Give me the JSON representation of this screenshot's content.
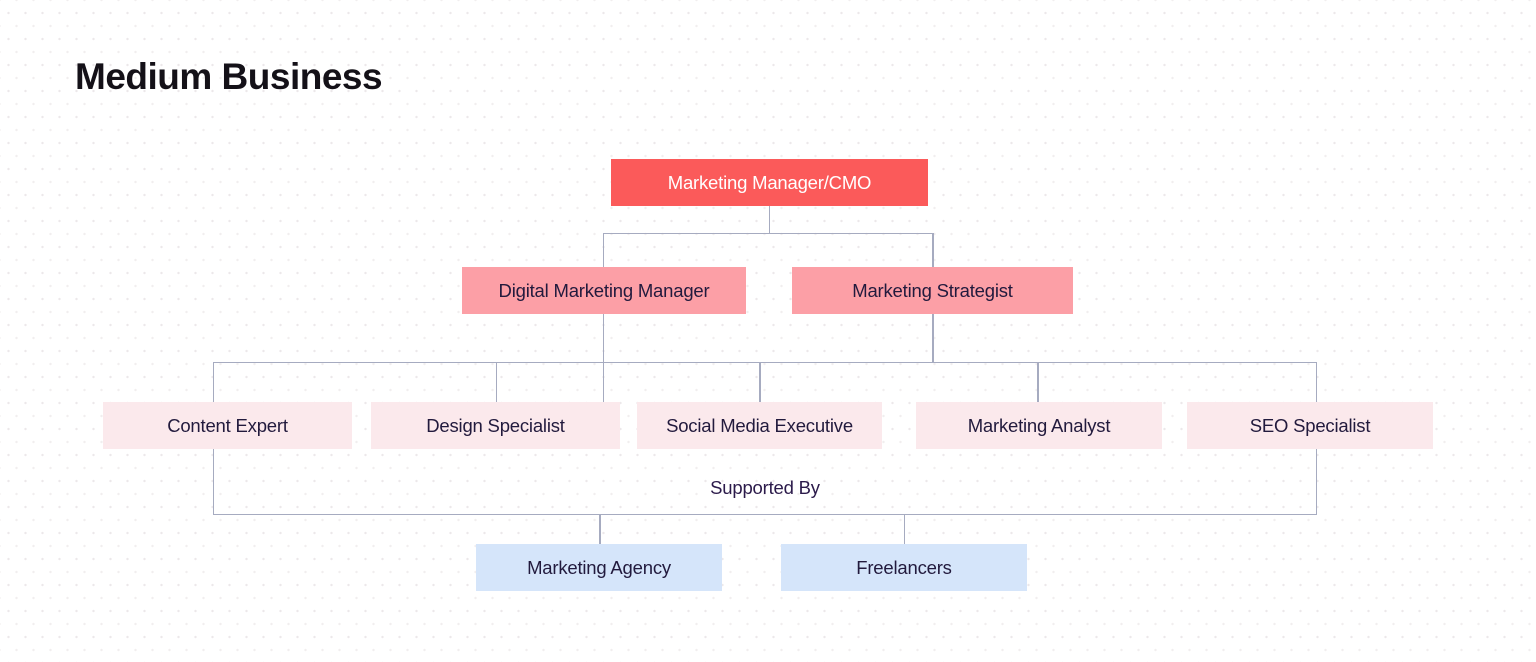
{
  "title": "Medium Business",
  "colors": {
    "level1_bg": "#FB5A5A",
    "level1_text": "#FFFFFF",
    "level2_bg": "#FC9FA6",
    "level3_bg": "#FBE9EC",
    "level4_bg": "#D5E5FA",
    "box_text": "#221A3D",
    "supported_text": "#2B1A4A",
    "connector": "#A6ABC0"
  },
  "org": {
    "level1": {
      "label": "Marketing Manager/CMO"
    },
    "level2": [
      {
        "label": "Digital Marketing Manager"
      },
      {
        "label": "Marketing Strategist"
      }
    ],
    "level3": [
      {
        "label": "Content Expert"
      },
      {
        "label": "Design Specialist"
      },
      {
        "label": "Social Media Executive"
      },
      {
        "label": "Marketing Analyst"
      },
      {
        "label": "SEO Specialist"
      }
    ],
    "supported_by_label": "Supported By",
    "level4": [
      {
        "label": "Marketing Agency"
      },
      {
        "label": "Freelancers"
      }
    ]
  }
}
